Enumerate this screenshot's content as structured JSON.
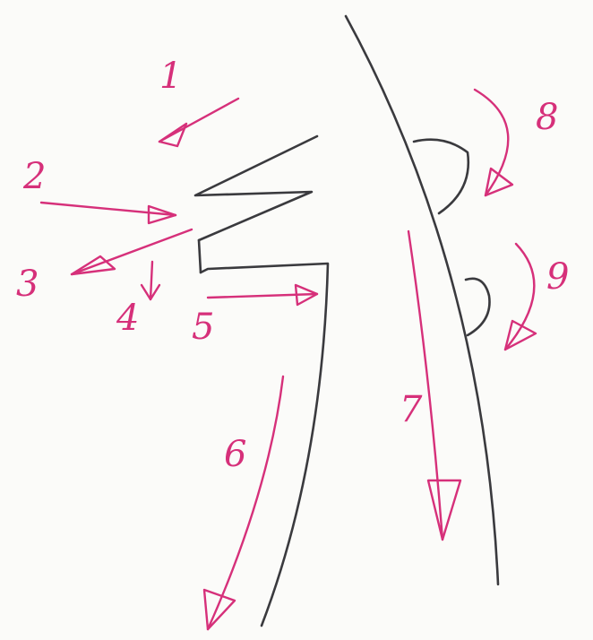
{
  "strokes": [
    {
      "number": "1",
      "icon": "arrow-down-left-icon"
    },
    {
      "number": "2",
      "icon": "arrow-right-icon"
    },
    {
      "number": "3",
      "icon": "arrow-down-left-icon"
    },
    {
      "number": "4",
      "icon": "arrow-down-short-icon"
    },
    {
      "number": "5",
      "icon": "arrow-right-icon"
    },
    {
      "number": "6",
      "icon": "arrow-curve-down-left-icon"
    },
    {
      "number": "7",
      "icon": "arrow-down-icon"
    },
    {
      "number": "8",
      "icon": "arrow-curve-clockwise-icon"
    },
    {
      "number": "9",
      "icon": "arrow-curve-clockwise-icon"
    }
  ],
  "colors": {
    "ink": "#3a3a3e",
    "annotation": "#d6307a",
    "paper": "#fbfbf9"
  }
}
